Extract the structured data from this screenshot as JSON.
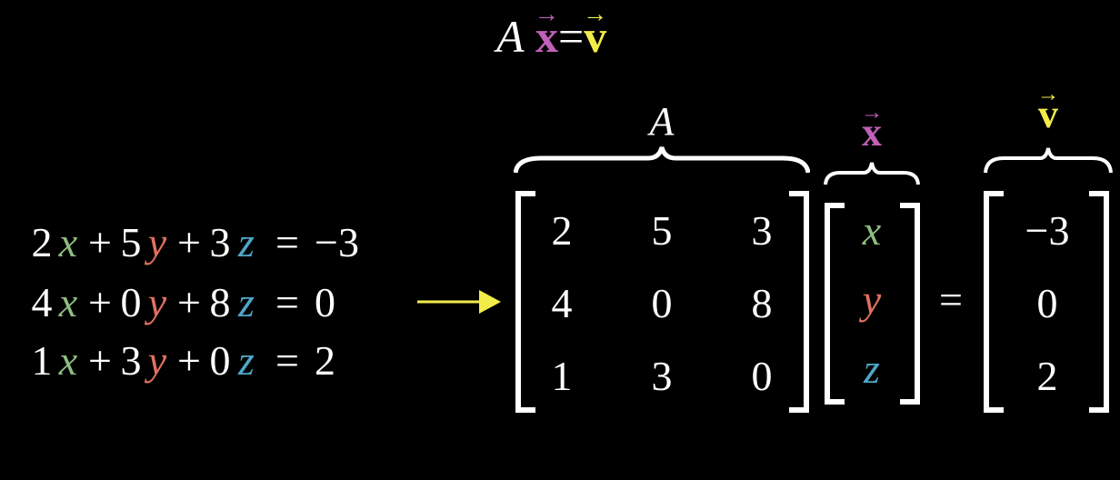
{
  "colors": {
    "background": "#000000",
    "text": "#ffffff",
    "x": "#8fbd7f",
    "y": "#e07060",
    "z": "#4fa6c8",
    "vec_x": "#c060b8",
    "vec_v": "#f2ec4a",
    "arrow": "#f2ec4a"
  },
  "title": {
    "A": "A",
    "x": "x",
    "equals": "=",
    "v": "v",
    "arrow": "→"
  },
  "equations": [
    {
      "a": "2",
      "b": "5",
      "c": "3",
      "rhs": "−3"
    },
    {
      "a": "4",
      "b": "0",
      "c": "8",
      "rhs": "0"
    },
    {
      "a": "1",
      "b": "3",
      "c": "0",
      "rhs": "2"
    }
  ],
  "symbols": {
    "x": "x",
    "y": "y",
    "z": "z",
    "plus": "+",
    "equals": "="
  },
  "matrix_A": {
    "label": "A",
    "rows": [
      [
        "2",
        "5",
        "3"
      ],
      [
        "4",
        "0",
        "8"
      ],
      [
        "1",
        "3",
        "0"
      ]
    ]
  },
  "vector_x": {
    "label": "x",
    "arrow": "→",
    "entries": [
      "x",
      "y",
      "z"
    ]
  },
  "vector_v": {
    "label": "v",
    "arrow": "→",
    "entries": [
      "−3",
      "0",
      "2"
    ]
  },
  "middle_equals": "="
}
